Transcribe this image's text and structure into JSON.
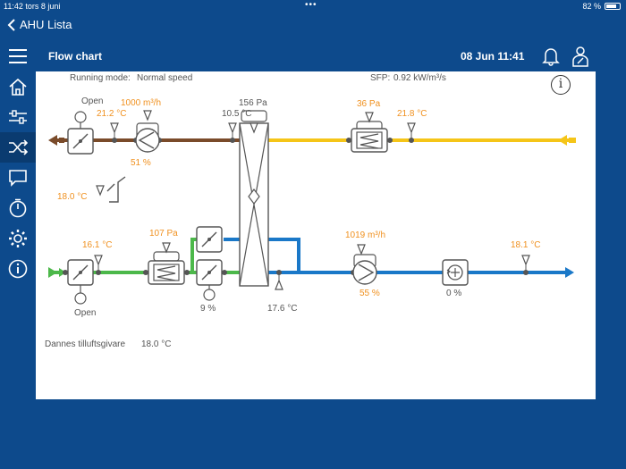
{
  "status": {
    "time": "11:42",
    "day": "tors 8 juni",
    "battery": "82 %"
  },
  "nav": {
    "back_label": "AHU Lista"
  },
  "header": {
    "title": "Flow chart",
    "datetime": "08 Jun 11:41"
  },
  "sidebar": {
    "items": [
      "menu-icon",
      "home-icon",
      "sliders-icon",
      "shuffle-icon",
      "chat-icon",
      "timer-icon",
      "gear-icon",
      "info-icon"
    ]
  },
  "flow": {
    "running_mode_label": "Running mode:",
    "running_mode_value": "Normal speed",
    "sfp_label": "SFP:",
    "sfp_value": "0.92 kW/m³/s",
    "exhaust_damper_status": "Open",
    "exhaust_outlet_temp": "21.2 °C",
    "exhaust_flow": "1000 m³/h",
    "exhaust_fan_speed": "51 %",
    "exchanger_pressure": "156 Pa",
    "exchanger_exhaust_temp": "10.5 °C",
    "extract_filter_pressure": "36 Pa",
    "extract_temp": "21.8 °C",
    "outdoor_sensor_temp": "18.0 °C",
    "outdoor_temp": "16.1 °C",
    "supply_filter_pressure": "107 Pa",
    "bypass_damper_pos": "9 %",
    "supply_after_exchanger_temp": "17.6 °C",
    "supply_flow": "1019 m³/h",
    "supply_fan_speed": "55 %",
    "heater_output": "0 %",
    "supply_temp": "18.1 °C",
    "intake_damper_status": "Open",
    "footer_label": "Dannes tilluftsgivare",
    "footer_value": "18.0 °C"
  },
  "colors": {
    "extract": "#f5c518",
    "exhaust": "#7a4b2a",
    "outdoor": "#4cb84a",
    "supply": "#1a78c8",
    "accent": "#f0901e"
  }
}
